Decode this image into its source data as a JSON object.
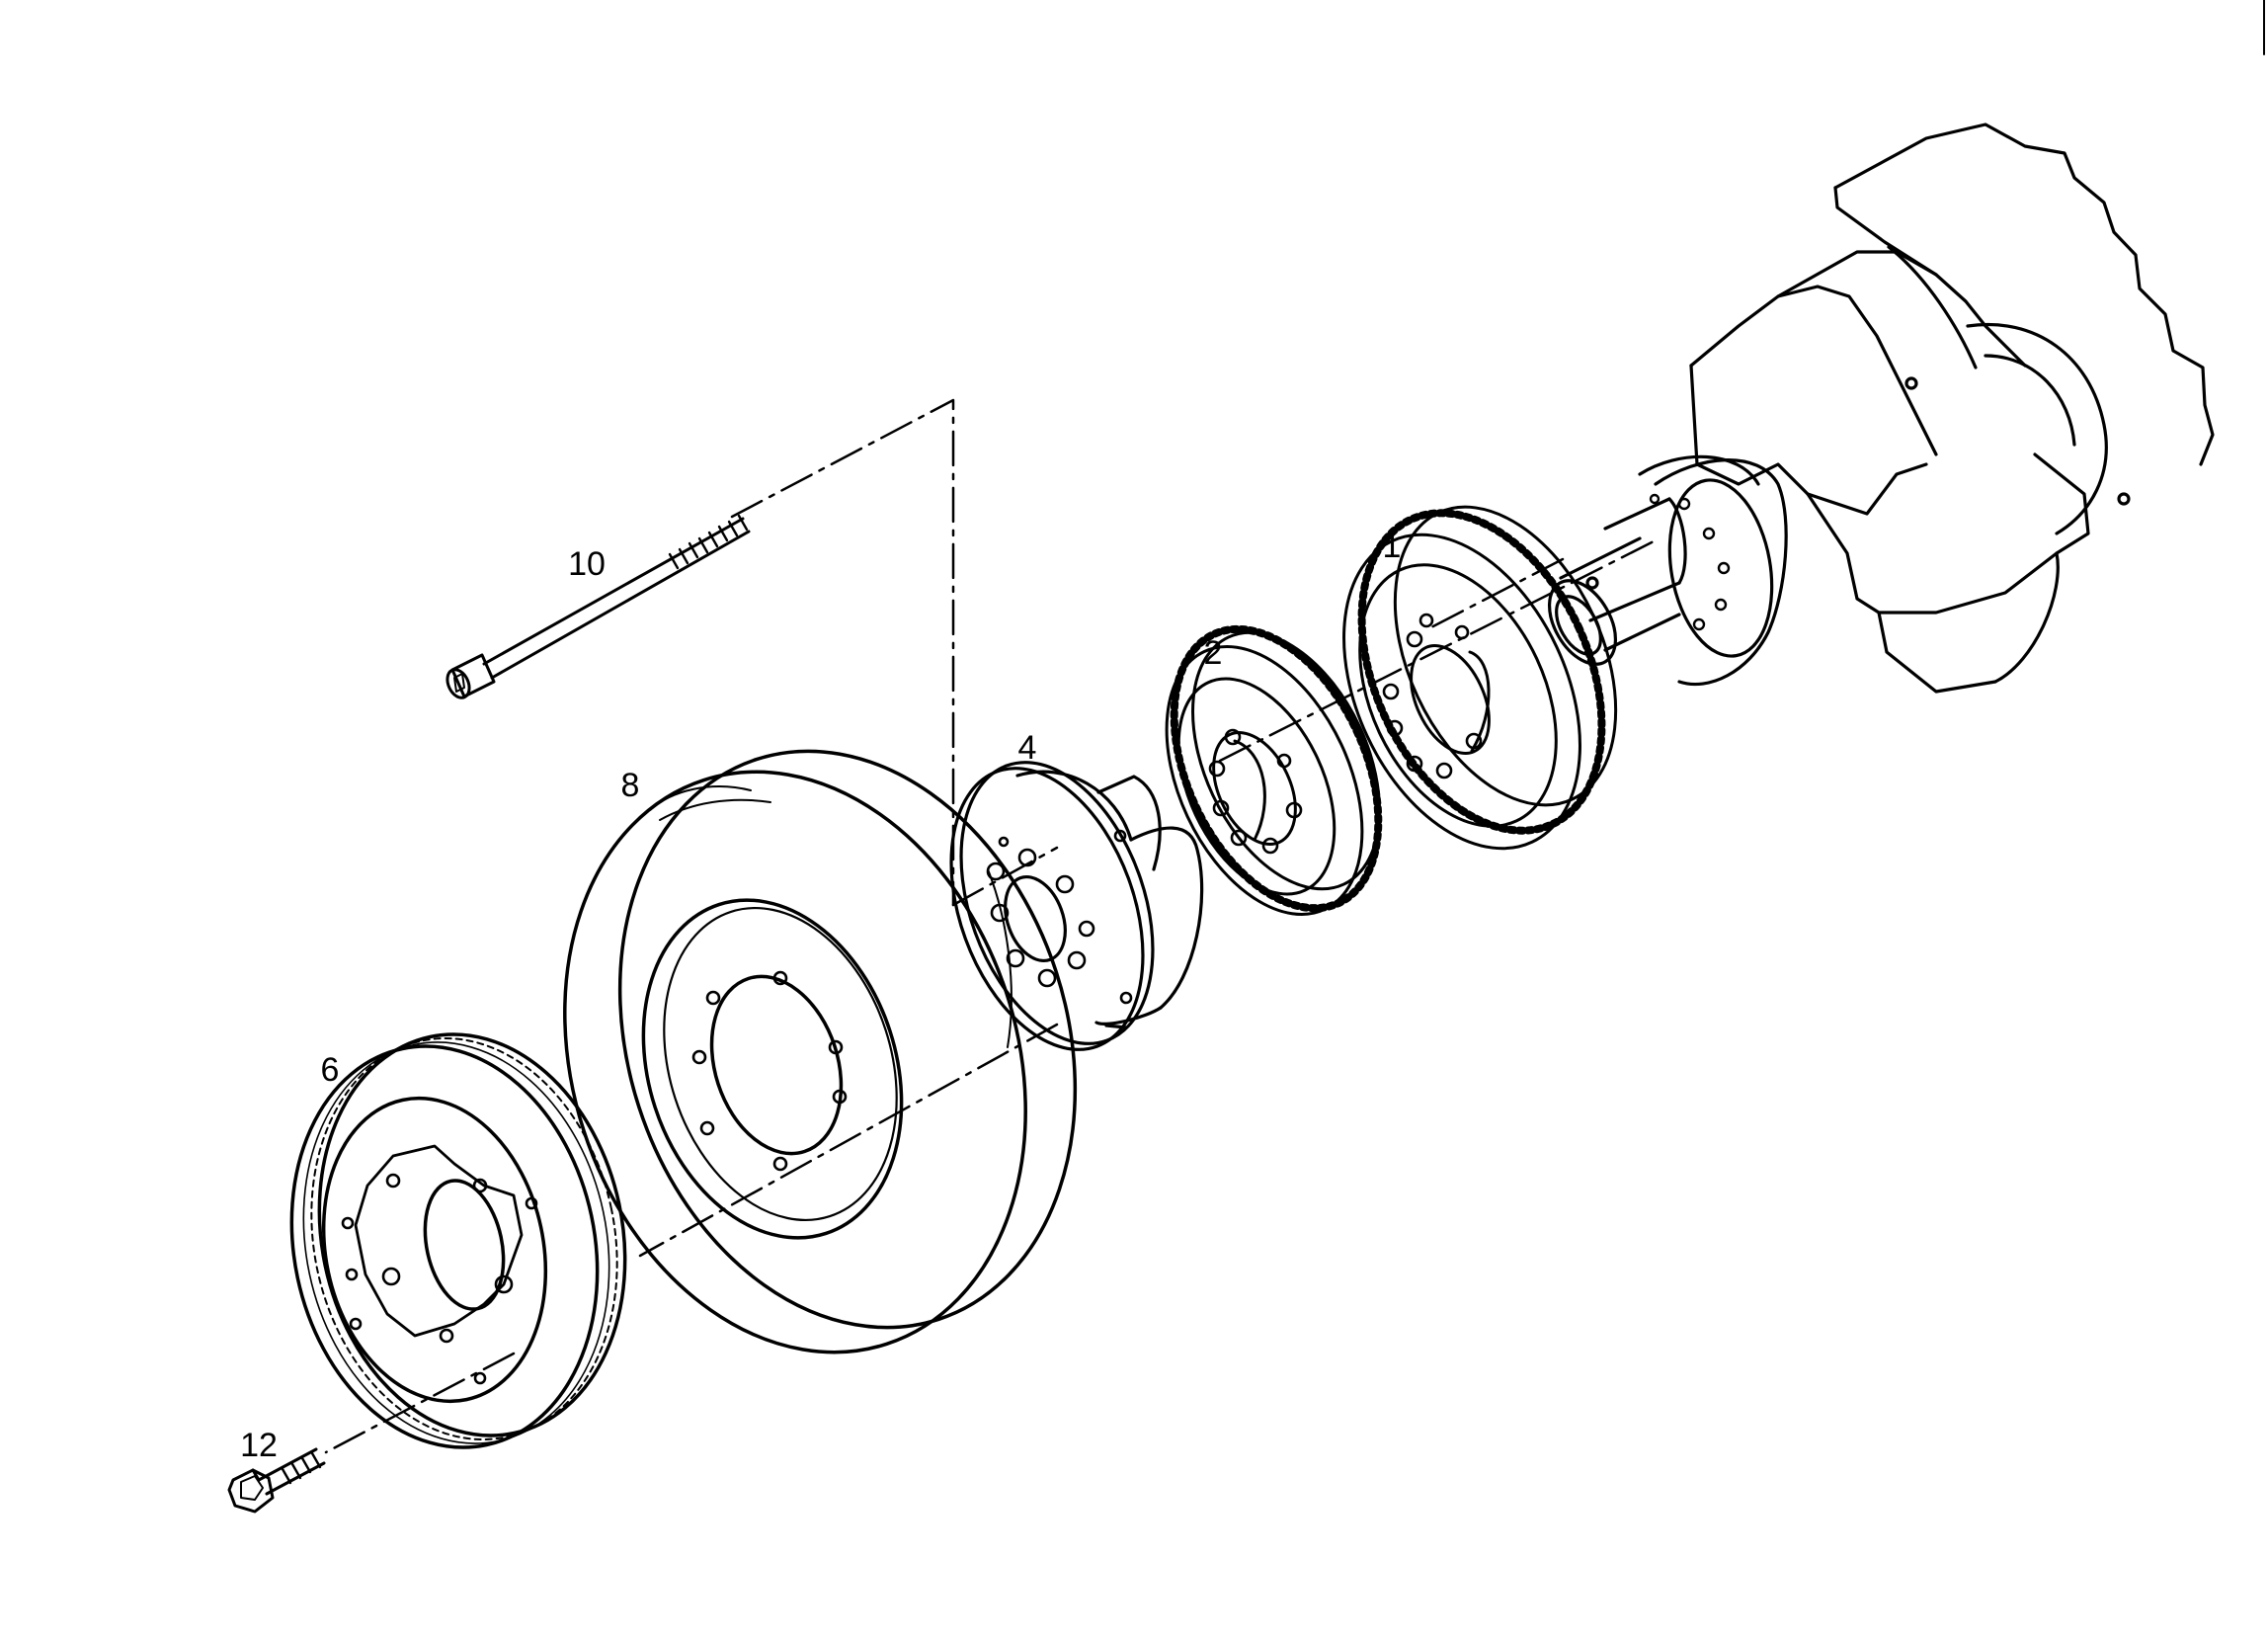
{
  "diagram": {
    "callouts": {
      "p1": "1",
      "p2": "2",
      "p4": "4",
      "p6": "6",
      "p8": "8",
      "p10": "10",
      "p12": "12"
    }
  },
  "colors": {
    "ink": "#000000",
    "paper": "#ffffff"
  }
}
